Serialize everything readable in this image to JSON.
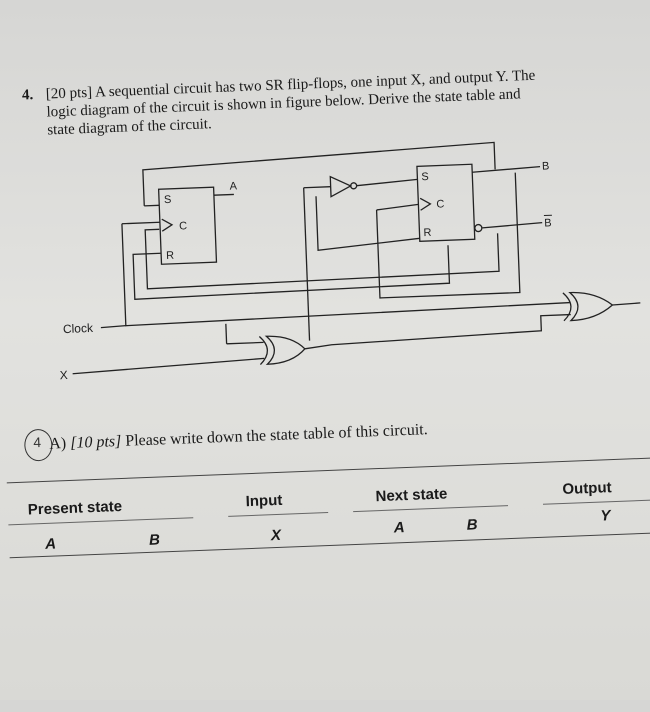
{
  "question": {
    "number": "4.",
    "lines": [
      "[20 pts] A sequential circuit has two SR flip-flops, one input X, and output Y. The",
      "logic diagram of the circuit is shown in figure below. Derive the state table and",
      "state diagram of the circuit."
    ]
  },
  "diagram": {
    "ff_a": {
      "s": "S",
      "c": "C",
      "r": "R",
      "q": "A"
    },
    "ff_b": {
      "s": "S",
      "c": "C",
      "r": "R"
    },
    "outputs": {
      "b": "B",
      "b_bar": "B"
    },
    "inputs": {
      "clock": "Clock",
      "x": "X"
    }
  },
  "part_a": {
    "margin_number": "4",
    "label": "A)",
    "points": "[10 pts]",
    "text": "Please write down the state table of this circuit."
  },
  "table": {
    "headers": [
      "Present state",
      "Input",
      "Next state",
      "Output"
    ],
    "subheaders": [
      "A",
      "B",
      "X",
      "A",
      "B",
      "Y"
    ]
  }
}
